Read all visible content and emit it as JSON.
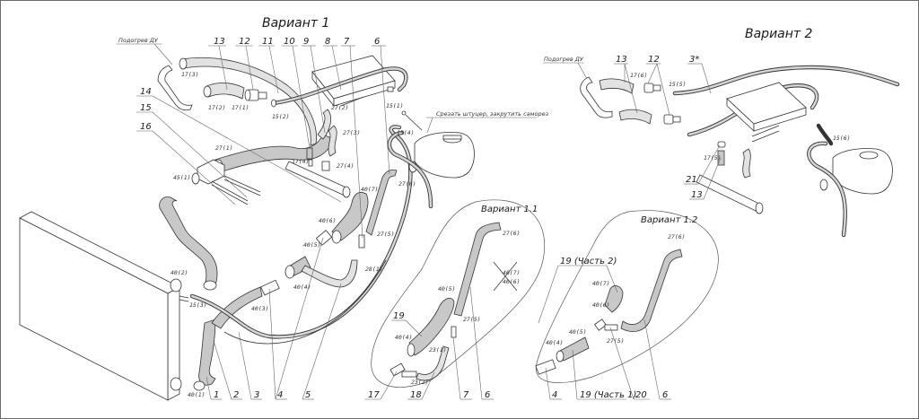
{
  "titles": {
    "variant1": "Вариант 1",
    "variant2": "Вариант 2",
    "variant11": "Вариант 1.1",
    "variant12": "Вариант 1.2"
  },
  "notes": {
    "preheater_v1": "Подогрев ДУ",
    "preheater_v2": "Подогрев ДУ",
    "cut_fitting": "Срезать штуцер, закрутить саморез"
  },
  "variant1": {
    "callouts_top": [
      "13",
      "12",
      "11",
      "10",
      "9",
      "8",
      "7",
      "6"
    ],
    "callouts_left": [
      "14",
      "15",
      "16"
    ],
    "callouts_bottom": [
      "1",
      "2",
      "3",
      "4",
      "5"
    ],
    "parts": {
      "p17_3": "17(3)",
      "p17_2": "17(2)",
      "p17_1": "17(1)",
      "p15_2": "15(2)",
      "p27_2": "27(2)",
      "p27_3": "27(3)",
      "p15_1": "15(1)",
      "p15_4": "15(4)",
      "p27_1": "27(1)",
      "p17_4": "17(4)",
      "p27_4": "27(4)",
      "p27_6": "27(6)",
      "p45_1": "45(1)",
      "p40_7": "40(7)",
      "p40_6": "40(6)",
      "p40_5": "40(5)",
      "p27_5": "27(5)",
      "p28_1": "28(1)",
      "p40_4": "40(4)",
      "p40_3": "40(3)",
      "p40_2": "40(2)",
      "p15_3": "15(3)",
      "p40_1": "40(1)"
    }
  },
  "variant11": {
    "callouts_bottom": [
      "17",
      "18",
      "7",
      "6"
    ],
    "callout_19": "19",
    "parts": {
      "p27_6": "27(6)",
      "p40_7": "40(7)",
      "p40_6": "40(6)",
      "p40_5": "40(5)",
      "p27_5": "27(5)",
      "p40_4": "40(4)",
      "p23_1": "23(1)",
      "p23_2": "23(2)"
    }
  },
  "variant12": {
    "callouts_bottom": [
      "4",
      "19 (Часть 1)",
      "20",
      "6"
    ],
    "callout_top": "19 (Часть 2)",
    "parts": {
      "p27_6": "27(6)",
      "p40_7": "40(7)",
      "p40_6": "40(6)",
      "p40_5": "40(5)",
      "p40_4": "40(4)",
      "p27_5": "27(5)"
    }
  },
  "variant2": {
    "callouts": [
      "13",
      "12",
      "3*",
      "21",
      "13"
    ],
    "parts": {
      "p17_6": "17(6)",
      "p15_5": "15(5)",
      "p17_5": "17(5)",
      "p15_6": "15(6)"
    }
  }
}
